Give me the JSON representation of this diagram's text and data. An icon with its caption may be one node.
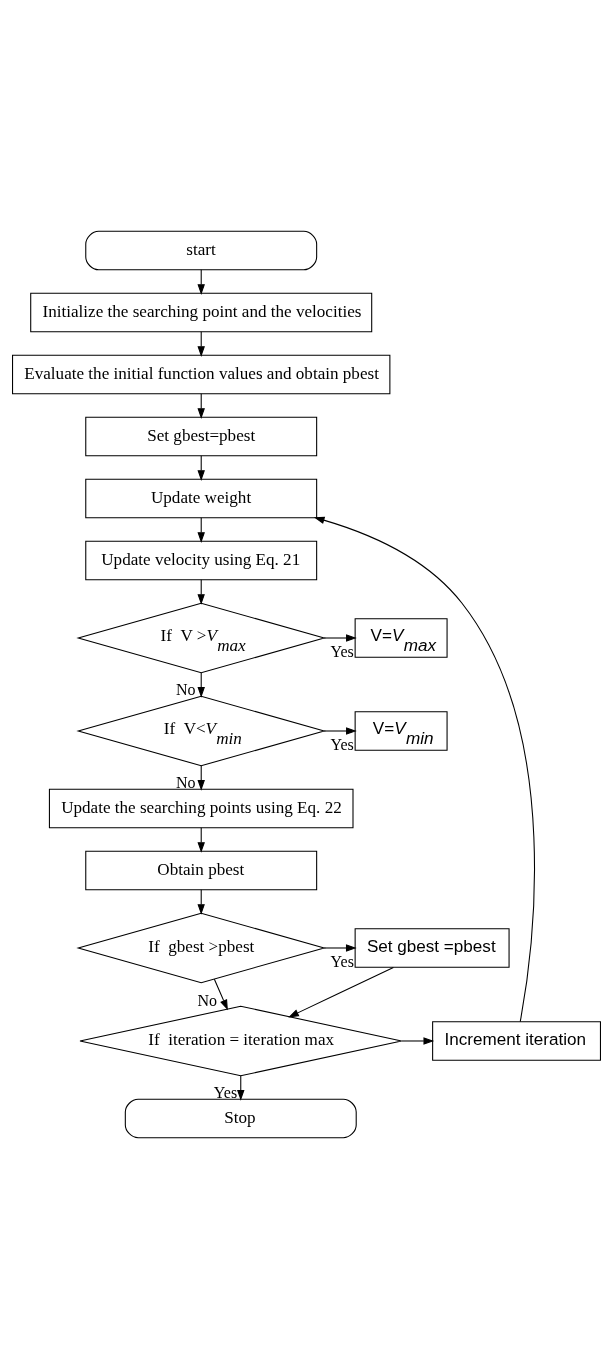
{
  "diagram": {
    "nodes": [
      {
        "text": [
          "start"
        ]
      },
      {
        "text": [
          "Initialize the searching point and the velocities"
        ]
      },
      {
        "text": [
          "Evaluate the initial function values and obtain pbest"
        ]
      },
      {
        "text": [
          "Set gbest=pbest"
        ]
      },
      {
        "text": [
          "Update weight"
        ]
      },
      {
        "text": [
          "Update velocity using Eq. 21"
        ]
      },
      {
        "text": [
          "If  V >*V$_{max}$*"
        ]
      },
      {
        "text": [
          "V=*V$_{max}$*"
        ]
      },
      {
        "text": [
          "If  V<*V$_{min}$*"
        ]
      },
      {
        "text": [
          "V=*V$_{min}$*"
        ]
      },
      {
        "text": [
          "Update the searching points using Eq. 22"
        ]
      },
      {
        "text": [
          "Obtain pbest"
        ]
      },
      {
        "text": [
          "If  gbest >pbest"
        ]
      },
      {
        "text": [
          "Set gbest =pbest"
        ]
      },
      {
        "text": [
          "Increment iteration"
        ]
      },
      {
        "text": [
          "If  iteration = iteration max"
        ]
      },
      {
        "text": [
          "Stop"
        ]
      }
    ],
    "edges": [
      {
        "from": 0,
        "to": 1,
        "arrow": "to"
      },
      {
        "from": 1,
        "to": 2,
        "arrow": "to"
      },
      {
        "from": 2,
        "to": 3,
        "arrow": "to"
      },
      {
        "from": 3,
        "to": 4,
        "arrow": "to"
      },
      {
        "from": 4,
        "to": 5,
        "arrow": "to"
      },
      {
        "from": 5,
        "to": 6,
        "arrow": "to"
      },
      {
        "from": 6,
        "to": 7,
        "arrow": "to",
        "label": "Yes"
      },
      {
        "from": 6,
        "to": 8,
        "arrow": "to",
        "label": "No"
      },
      {
        "from": 8,
        "to": 9,
        "arrow": "to",
        "label": "Yes"
      },
      {
        "from": 8,
        "to": 10,
        "arrow": "to",
        "label": "No"
      },
      {
        "from": 10,
        "to": 11,
        "arrow": "to"
      },
      {
        "from": 11,
        "to": 12,
        "arrow": "to"
      },
      {
        "from": 12,
        "to": 13,
        "arrow": "to",
        "label": "Yes"
      },
      {
        "from": 12,
        "to": 15,
        "arrow": "to",
        "label": "No"
      },
      {
        "from": 13,
        "to": 15,
        "arrow": "to"
      },
      {
        "from": 15,
        "to": 14,
        "arrow": "to"
      },
      {
        "from": 14,
        "to": 4,
        "arrow": "to"
      },
      {
        "from": 15,
        "to": 16,
        "arrow": "to",
        "label": "Yes"
      }
    ]
  }
}
